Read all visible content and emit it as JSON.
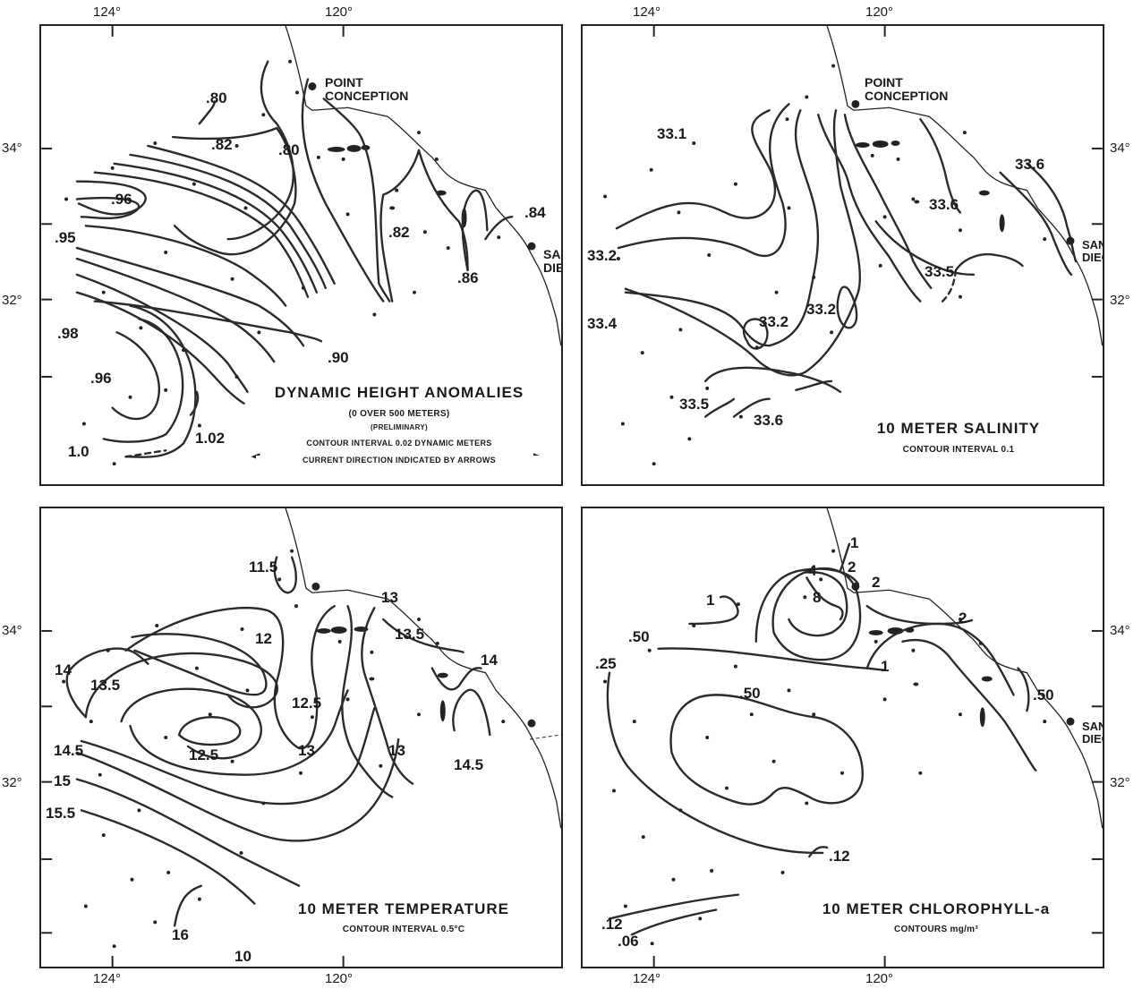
{
  "axes": {
    "lon_labels": [
      "124°",
      "120°"
    ],
    "lat_labels": [
      "34°",
      "32°"
    ]
  },
  "places": {
    "point_conception": "POINT\nCONCEPTION",
    "san_diego": "SAN\nDIEGO"
  },
  "panels": {
    "dynamic_height": {
      "title": "DYNAMIC HEIGHT ANOMALIES",
      "subtitle1": "(0 OVER 500 METERS)",
      "subtitle2": "(PRELIMINARY)",
      "subtitle3": "CONTOUR INTERVAL 0.02 DYNAMIC METERS",
      "subtitle4": "CURRENT DIRECTION INDICATED BY ARROWS",
      "labels": [
        ".80",
        ".82",
        ".80",
        ".96",
        ".95",
        ".82",
        ".84",
        ".86",
        ".98",
        ".90",
        ".96",
        "1.02",
        "1.0"
      ]
    },
    "salinity": {
      "title": "10 METER SALINITY",
      "subtitle": "CONTOUR INTERVAL 0.1",
      "labels": [
        "33.1",
        "33.6",
        "33.6",
        "33.2",
        "33.5",
        "33.4",
        "33.2",
        "33.2",
        "33.5",
        "33.6"
      ]
    },
    "temperature": {
      "title": "10 METER TEMPERATURE",
      "subtitle": "CONTOUR INTERVAL 0.5°C",
      "labels": [
        "11.5",
        "13",
        "12",
        "13.5",
        "14",
        "14",
        "13.5",
        "12.5",
        "14.5",
        "12.5",
        "13",
        "13",
        "14.5",
        "15",
        "15.5",
        "16",
        "10"
      ]
    },
    "chlorophyll": {
      "title": "10 METER CHLOROPHYLL-a",
      "subtitle": "CONTOURS mg/m³",
      "labels": [
        "1",
        "2",
        "4",
        "2",
        "8",
        "1",
        "2",
        ".50",
        ".25",
        "1",
        ".50",
        ".50",
        ".12",
        ".12",
        ".06"
      ]
    }
  }
}
